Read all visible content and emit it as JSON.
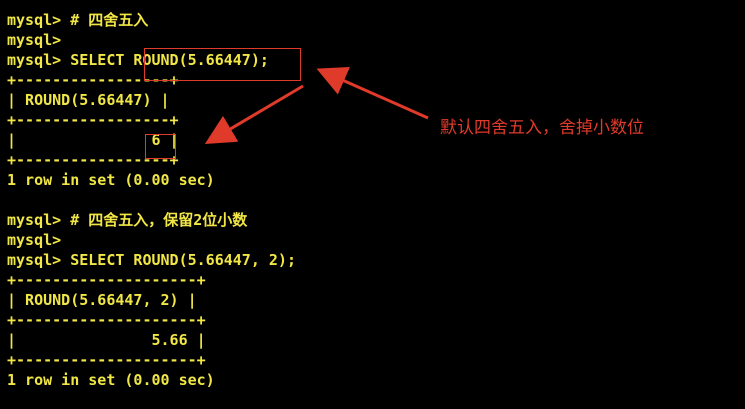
{
  "terminal": {
    "lines": [
      "mysql> # 四舍五入",
      "mysql>",
      "mysql> SELECT ROUND(5.66447);",
      "+-----------------+",
      "| ROUND(5.66447) |",
      "+-----------------+",
      "|               6 |",
      "+-----------------+",
      "1 row in set (0.00 sec)",
      "",
      "mysql> # 四舍五入，保留2位小数",
      "mysql>",
      "mysql> SELECT ROUND(5.66447, 2);",
      "+--------------------+",
      "| ROUND(5.66447, 2) |",
      "+--------------------+",
      "|               5.66 |",
      "+--------------------+",
      "1 row in set (0.00 sec)"
    ]
  },
  "annotation": {
    "text": "默认四舍五入，舍掉小数位",
    "color": "#e03a2a"
  },
  "colors": {
    "background": "#000000",
    "terminal_text": "#f0e646"
  }
}
